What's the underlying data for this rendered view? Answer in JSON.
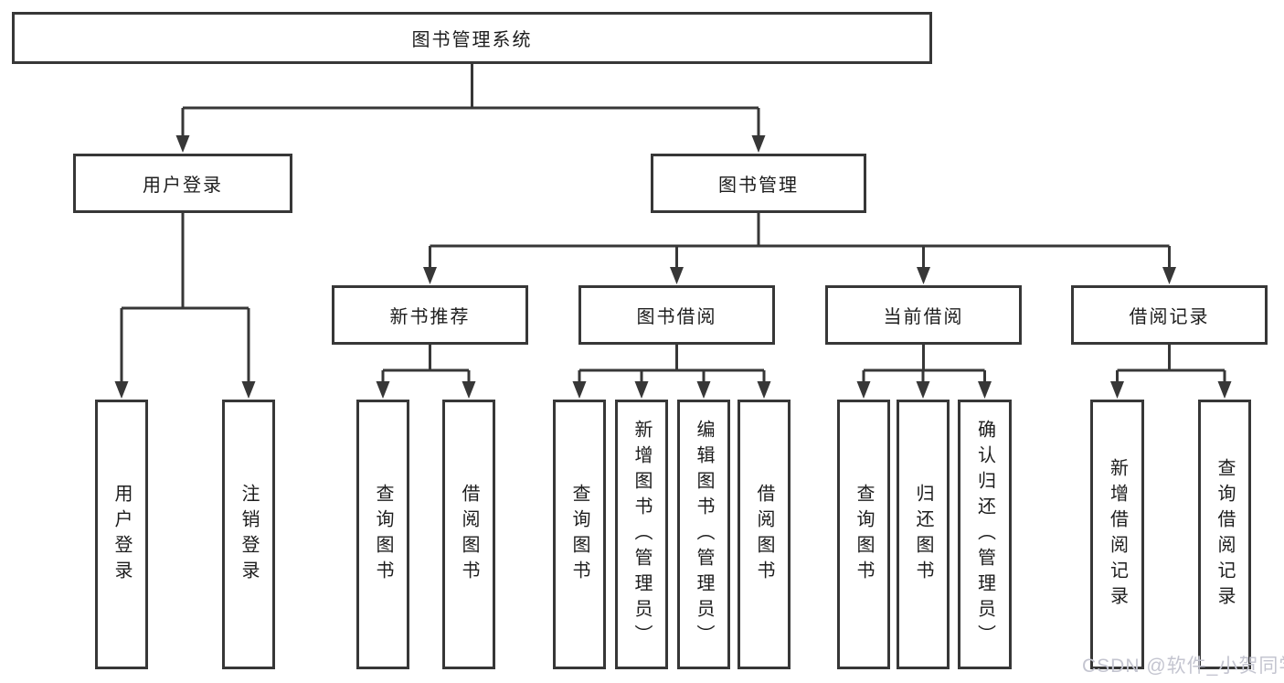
{
  "colors": {
    "line": "#373737",
    "box_border": "#373737",
    "box_background": "#ffffff",
    "text": "#1d1d1d",
    "watermark_text": "#c4c5d0",
    "page_background": "#ffffff"
  },
  "tree": {
    "root": {
      "label": "图书管理系统"
    },
    "branches": [
      {
        "label": "用户登录",
        "children": [
          {
            "label": "用户登录"
          },
          {
            "label": "注销登录"
          }
        ]
      },
      {
        "label": "图书管理",
        "groups": [
          {
            "label": "新书推荐",
            "children": [
              {
                "label": "查询图书"
              },
              {
                "label": "借阅图书"
              }
            ]
          },
          {
            "label": "图书借阅",
            "children": [
              {
                "label": "查询图书"
              },
              {
                "label": "新增图书（管理员）"
              },
              {
                "label": "编辑图书（管理员）"
              },
              {
                "label": "借阅图书"
              }
            ]
          },
          {
            "label": "当前借阅",
            "children": [
              {
                "label": "查询图书"
              },
              {
                "label": "归还图书"
              },
              {
                "label": "确认归还（管理员）"
              }
            ]
          },
          {
            "label": "借阅记录",
            "children": [
              {
                "label": "新增借阅记录"
              },
              {
                "label": "查询借阅记录"
              }
            ]
          }
        ]
      }
    ]
  },
  "watermark": {
    "text": "CSDN @软件_小贺同学"
  }
}
